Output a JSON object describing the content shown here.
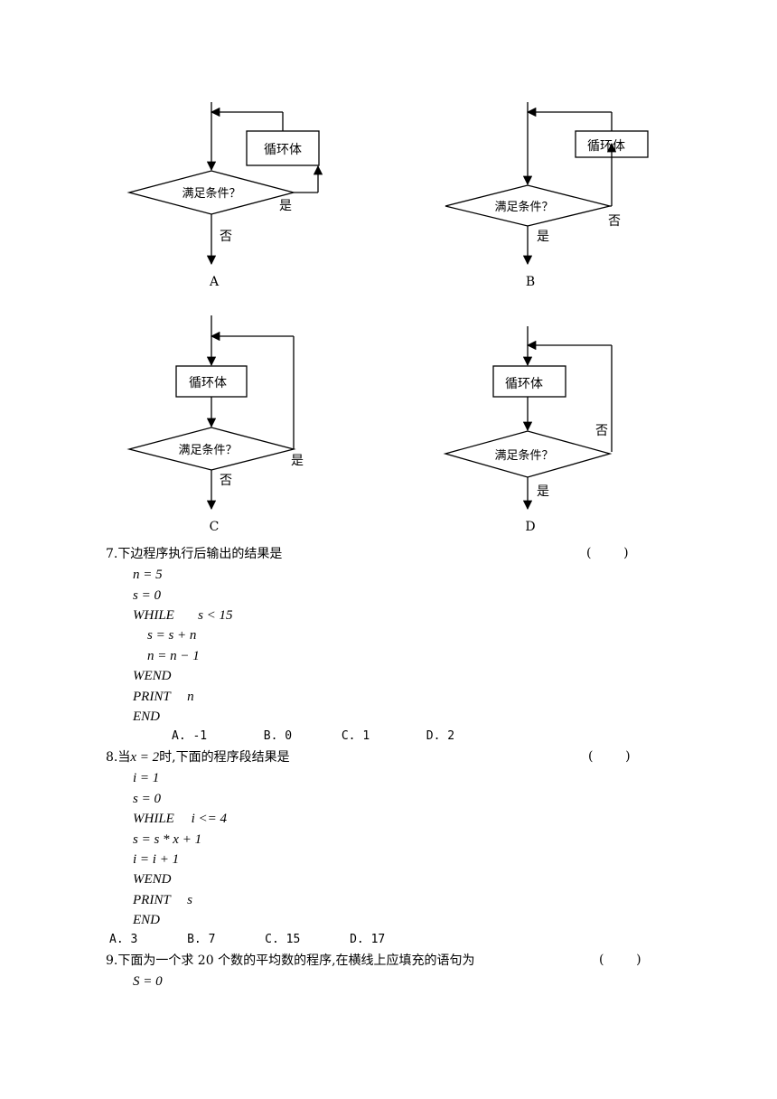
{
  "flowcharts": {
    "box_label": "循环体",
    "condition_label": "满足条件？",
    "yes": "是",
    "no": "否",
    "captions": [
      "A",
      "B",
      "C",
      "D"
    ]
  },
  "q7": {
    "stem": "7.下边程序执行后输出的结果是",
    "paren": "(        )",
    "code": [
      "n = 5",
      "s = 0",
      "WHILE       s < 15",
      "s = s + n",
      "n = n − 1",
      "WEND",
      "PRINT     n",
      "END"
    ],
    "options": "A. -1        B. 0       C. 1        D. 2"
  },
  "q8": {
    "stem_pre": "8.当",
    "stem_math": "x = 2",
    "stem_post": "时,下面的程序段结果是",
    "paren": "(        )",
    "code": [
      "i = 1",
      "s = 0",
      "WHILE     i <= 4",
      "s = s * x + 1",
      "i = i + 1",
      "WEND",
      "PRINT     s",
      "END"
    ],
    "options": "A. 3       B. 7       C. 15       D. 17"
  },
  "q9": {
    "stem": "9.下面为一个求 20 个数的平均数的程序,在横线上应填充的语句为",
    "paren": "(        )",
    "code": [
      "S = 0"
    ]
  }
}
